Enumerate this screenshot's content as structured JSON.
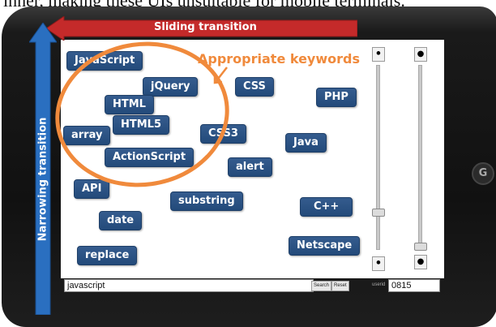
{
  "top_text": "inner, making these UIs unsuitable for mobile terminals.",
  "annotations": {
    "sliding_transition": "Sliding transition",
    "narrowing_transition": "Narrowing transition",
    "appropriate_keywords": "Appropriate keywords"
  },
  "tags": [
    {
      "label": "JavaScript"
    },
    {
      "label": "jQuery"
    },
    {
      "label": "CSS"
    },
    {
      "label": "HTML"
    },
    {
      "label": "PHP"
    },
    {
      "label": "HTML5"
    },
    {
      "label": "array"
    },
    {
      "label": "CSS3"
    },
    {
      "label": "Java"
    },
    {
      "label": "ActionScript"
    },
    {
      "label": "alert"
    },
    {
      "label": "API"
    },
    {
      "label": "substring"
    },
    {
      "label": "C++"
    },
    {
      "label": "date"
    },
    {
      "label": "Netscape"
    },
    {
      "label": "replace"
    }
  ],
  "sliders": {
    "left": {
      "top_icon": "bulb-icon",
      "bottom_icon": "bulb-icon",
      "level": 0.72
    },
    "right": {
      "top_icon": "people-icon",
      "bottom_icon": "person-icon",
      "level": 0.92
    }
  },
  "bottom_bar": {
    "search_value": "javascript",
    "search_button": "Search",
    "reset_button": "Reset",
    "user_label": "userid",
    "user_value": "0815"
  },
  "colors": {
    "tag_bg": "#2a5283",
    "oval": "#f08a3c",
    "red_arrow": "#c42a2a",
    "blue_arrow": "#2a6fc0"
  }
}
